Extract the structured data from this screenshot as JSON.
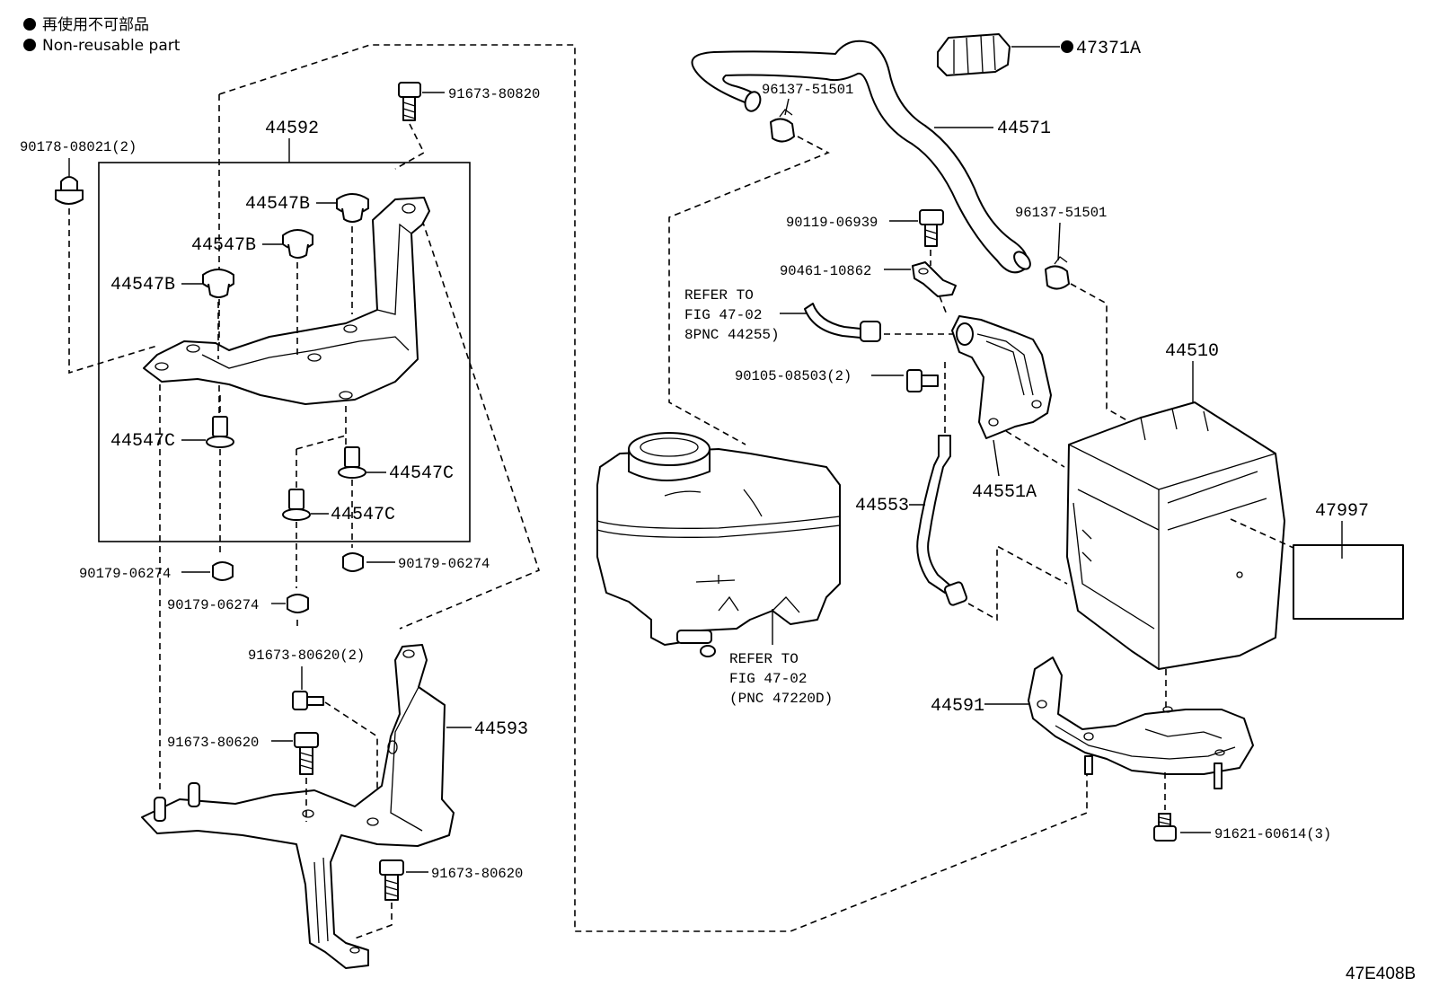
{
  "legend": {
    "line1": "再使用不可部品",
    "line2": "Non-reusable part"
  },
  "figure_id": "47E408B",
  "parts": {
    "p44592": "44592",
    "p91673_80820": "91673-80820",
    "p90178_08021": "90178-08021(2)",
    "p44547B_a": "44547B",
    "p44547B_b": "44547B",
    "p44547B_c": "44547B",
    "p44547C_a": "44547C",
    "p44547C_b": "44547C",
    "p44547C_c": "44547C",
    "p90179_06274_a": "90179-06274",
    "p90179_06274_b": "90179-06274",
    "p90179_06274_c": "90179-06274",
    "p91673_80620_2": "91673-80620(2)",
    "p91673_80620_a": "91673-80620",
    "p91673_80620_b": "91673-80620",
    "p44593": "44593",
    "p96137_51501_a": "96137-51501",
    "p96137_51501_b": "96137-51501",
    "p47371A": "47371A",
    "p44571": "44571",
    "p90119_06939": "90119-06939",
    "p90461_10862": "90461-10862",
    "p90105_08503": "90105-08503(2)",
    "p44510": "44510",
    "p44553": "44553",
    "p44551A": "44551A",
    "p47997": "47997",
    "p44591": "44591",
    "p91621_60614": "91621-60614(3)"
  },
  "refer1": {
    "line1": "REFER TO",
    "line2": "FIG 47-02",
    "line3": "8PNC 44255)"
  },
  "refer2": {
    "line1": "REFER TO",
    "line2": "FIG 47-02",
    "line3": "(PNC 47220D)"
  }
}
